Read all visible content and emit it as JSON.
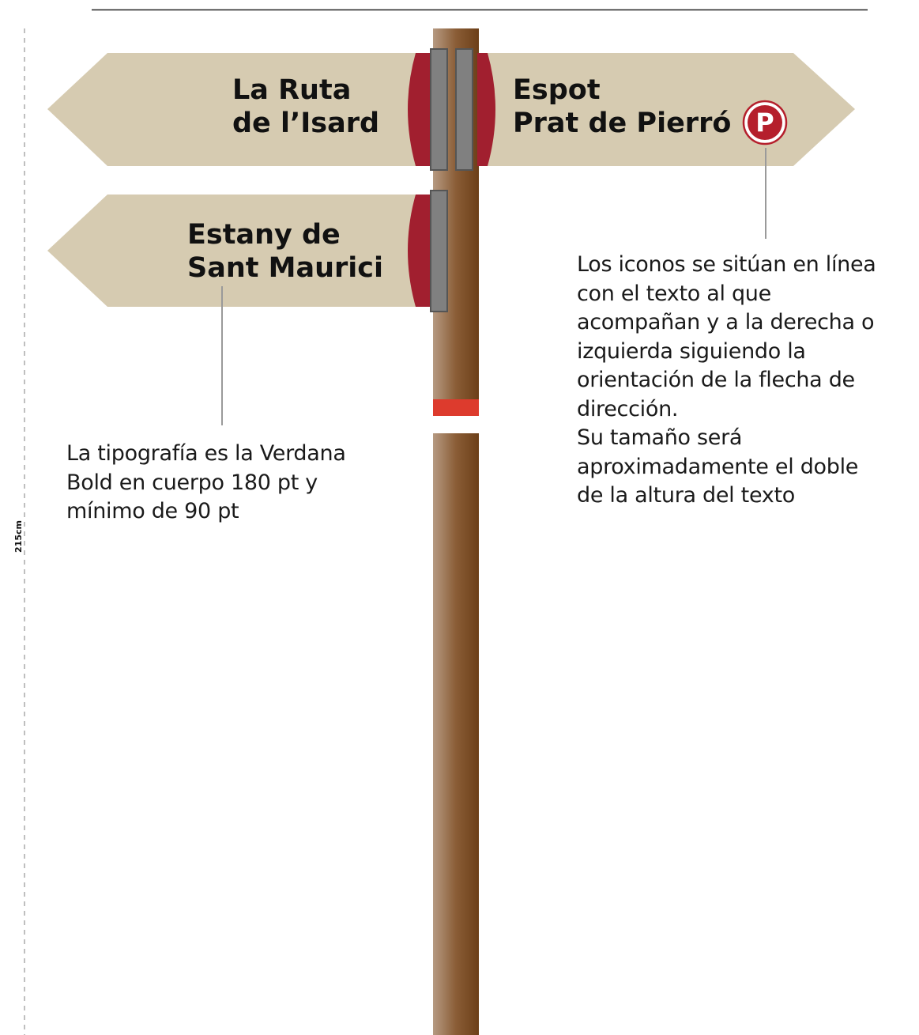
{
  "signs": [
    {
      "id": "la-ruta",
      "direction": "left",
      "lines": [
        "La Ruta",
        "de l’Isard"
      ]
    },
    {
      "id": "espot",
      "direction": "right",
      "lines": [
        "Espot",
        "Prat de Pierró"
      ],
      "icon": "parking-icon"
    },
    {
      "id": "estany",
      "direction": "left",
      "lines": [
        "Estany de",
        "Sant Maurici"
      ]
    }
  ],
  "notes": {
    "typography": [
      "La tipografía es la Verdana",
      "Bold en cuerpo 180 pt y",
      "mínimo de 90 pt"
    ],
    "icons": [
      "Los iconos se sitúan en línea",
      "con el texto al que",
      "acompañan y a la derecha o",
      "izquierda siguiendo la",
      "orientación de la flecha de",
      "dirección.",
      "Su tamaño será",
      "aproximadamente el doble",
      "de la altura del texto"
    ]
  },
  "parking_icon_letter": "P",
  "height_label": "215cm",
  "colors": {
    "sign_fill": "#d6cbb1",
    "bracket_red": "#a11f2f",
    "clamp_gray": "#808080",
    "post_dark": "#7a4c22",
    "post_light": "#ae8d70",
    "trail_red": "#dd3b2d",
    "parking_red": "#b51f2c"
  }
}
